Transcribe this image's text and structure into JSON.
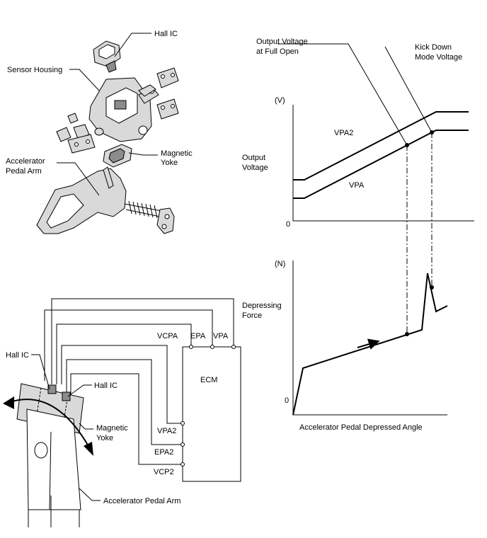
{
  "exploded_view": {
    "hall_ic": "Hall IC",
    "sensor_housing": "Sensor Housing",
    "magnetic_yoke_line1": "Magnetic",
    "magnetic_yoke_line2": "Yoke",
    "pedal_arm_line1": "Accelerator",
    "pedal_arm_line2": "Pedal Arm"
  },
  "voltage_graph": {
    "unit": "(V)",
    "ylabel_line1": "Output",
    "ylabel_line2": "Voltage",
    "origin": "0",
    "series_upper": "VPA2",
    "series_lower": "VPA",
    "full_open_line1": "Output Voltage",
    "full_open_line2": "at Full Open",
    "kickdown_line1": "Kick Down",
    "kickdown_line2": "Mode Voltage"
  },
  "force_graph": {
    "unit": "(N)",
    "ylabel_line1": "Depressing",
    "ylabel_line2": "Force",
    "origin": "0",
    "xlabel": "Accelerator Pedal Depressed Angle"
  },
  "circuit": {
    "ecm": "ECM",
    "terminals_top": [
      "VCPA",
      "EPA",
      "VPA"
    ],
    "terminals_side": [
      "VPA2",
      "EPA2",
      "VCP2"
    ],
    "hall_ic_1": "Hall IC",
    "hall_ic_2": "Hall IC",
    "magnetic_yoke_line1": "Magnetic",
    "magnetic_yoke_line2": "Yoke",
    "pedal_arm": "Accelerator Pedal Arm"
  }
}
